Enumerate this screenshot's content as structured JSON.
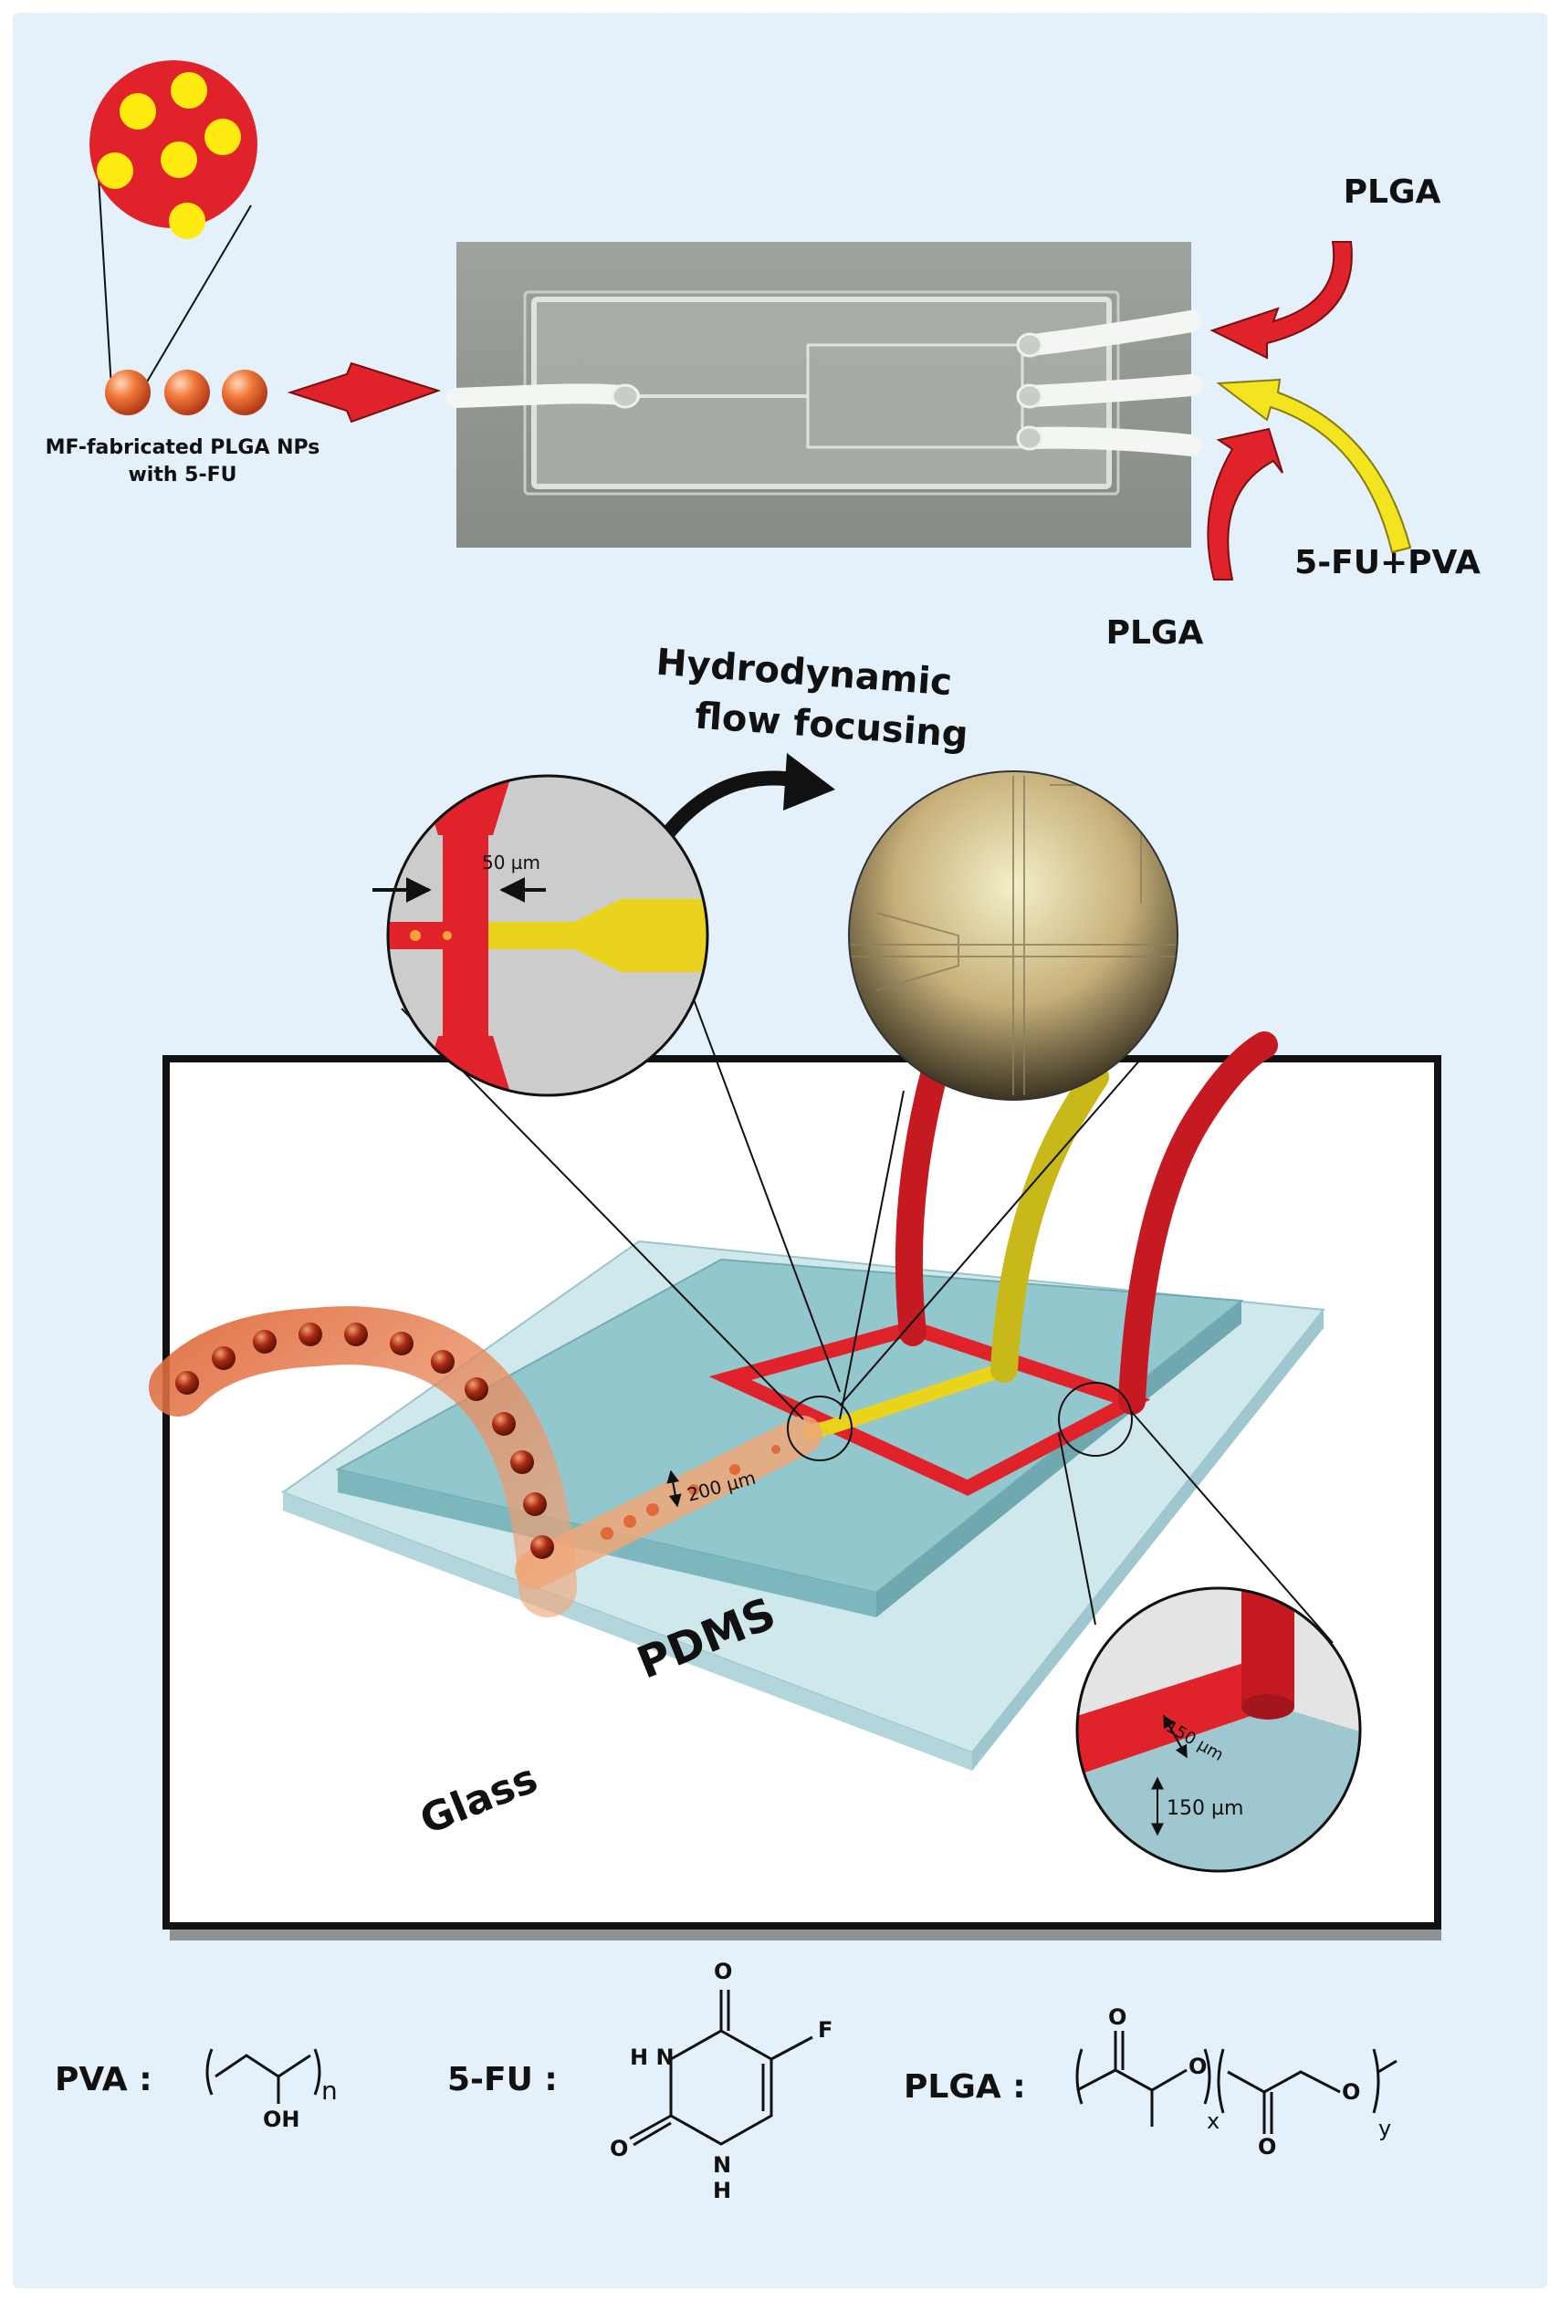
{
  "top": {
    "caption_line1": "MF-fabricated PLGA NPs",
    "caption_line2": "with 5-FU",
    "inlet_top": "PLGA",
    "inlet_middle": "5-FU+PVA",
    "inlet_bottom": "PLGA"
  },
  "middle": {
    "title_line1": "Hydrodynamic",
    "title_line2": "flow focusing",
    "junction_width": "50 µm",
    "channel_width": "200 µm",
    "corner_width": "150 µm",
    "corner_height": "150 µm",
    "pdms_label": "PDMS",
    "glass_label": "Glass"
  },
  "chemistry": {
    "pva_label": "PVA :",
    "pva_oh": "OH",
    "pva_n": "n",
    "fu_label": "5-FU :",
    "fu_F": "F",
    "fu_O_top": "O",
    "fu_O_left": "O",
    "fu_HN": "H N",
    "fu_N": "N",
    "fu_H": "H",
    "plga_label": "PLGA :",
    "plga_O1": "O",
    "plga_O2": "O",
    "plga_O3": "O",
    "plga_O4": "O",
    "plga_x": "x",
    "plga_y": "y"
  },
  "colors": {
    "background": "#e4f1fa",
    "plga_red": "#e0222b",
    "fu_yellow": "#e9d31c",
    "pdms_cyan": "#8fc7cc",
    "nanoparticle_orange": "#f0783a"
  }
}
